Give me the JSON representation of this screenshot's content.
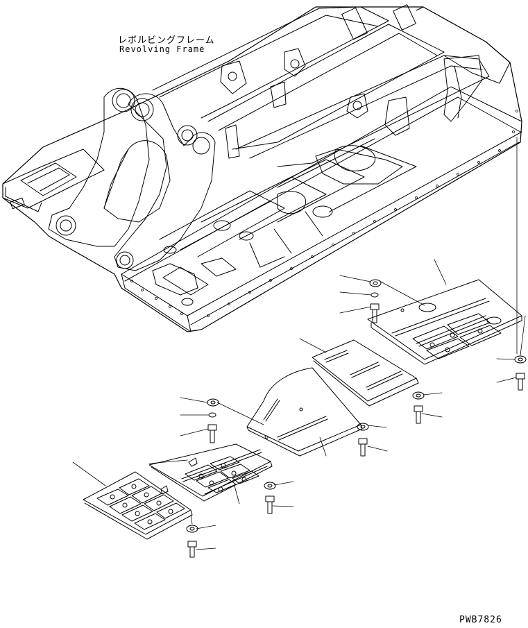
{
  "title_japanese": "レボルビングフレーム",
  "title_english": "Revolving Frame",
  "reference_code": "PWB7826",
  "parts": [
    {
      "id": "revolving-frame",
      "name": "Revolving Frame"
    },
    {
      "id": "cover-rear-right"
    },
    {
      "id": "cover-center-right"
    },
    {
      "id": "cover-center"
    },
    {
      "id": "cover-front-left"
    },
    {
      "id": "cover-front"
    }
  ],
  "line_color": "#000000"
}
